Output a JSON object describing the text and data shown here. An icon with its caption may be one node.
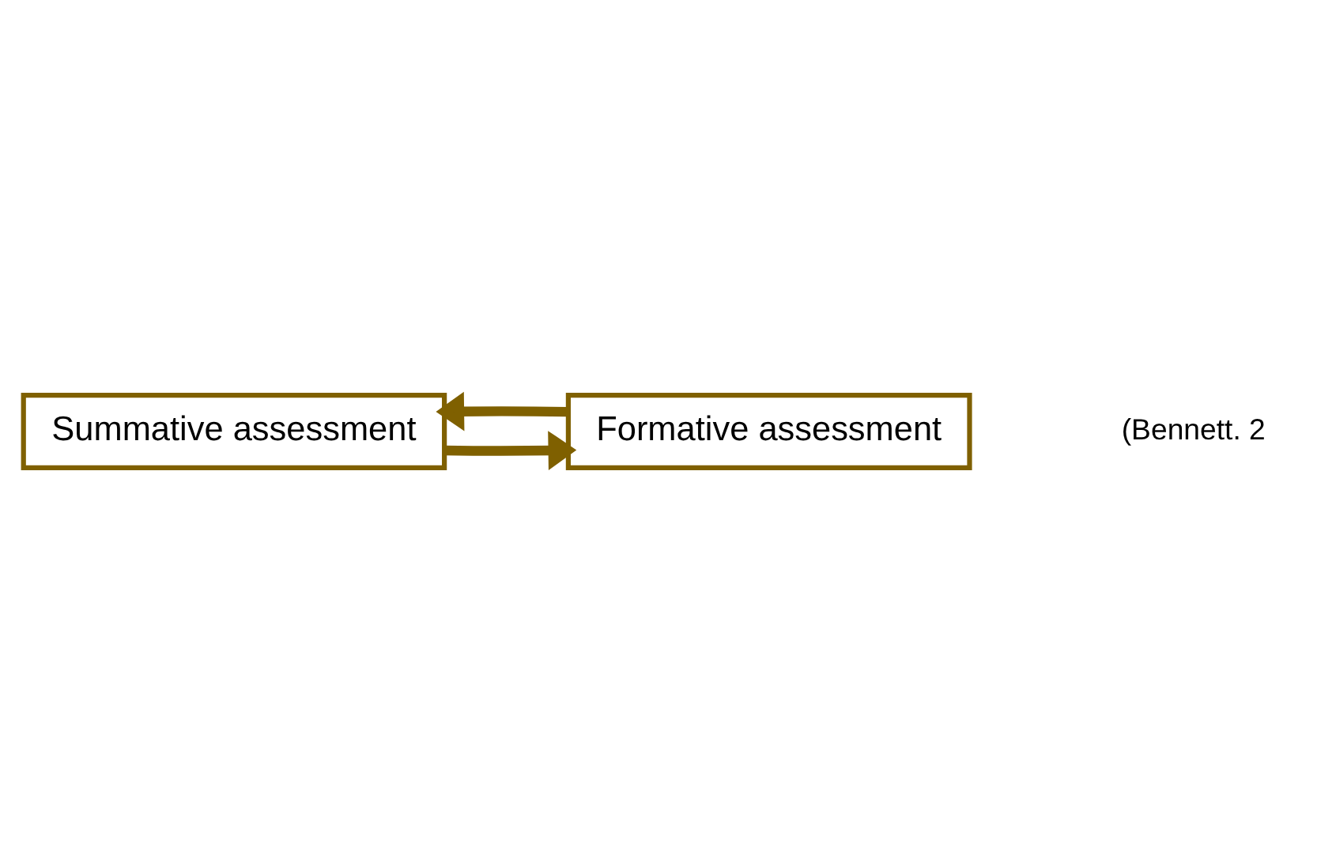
{
  "diagram": {
    "nodes": [
      {
        "text": [
          "Summative assessment"
        ]
      },
      {
        "text": [
          "Formative assessment"
        ]
      }
    ],
    "edges": [
      {
        "from": 0,
        "to": 1,
        "arrow": "to"
      },
      {
        "from": 1,
        "to": 0,
        "arrow": "to"
      }
    ],
    "labels": [
      "(Bennett. 2"
    ]
  }
}
